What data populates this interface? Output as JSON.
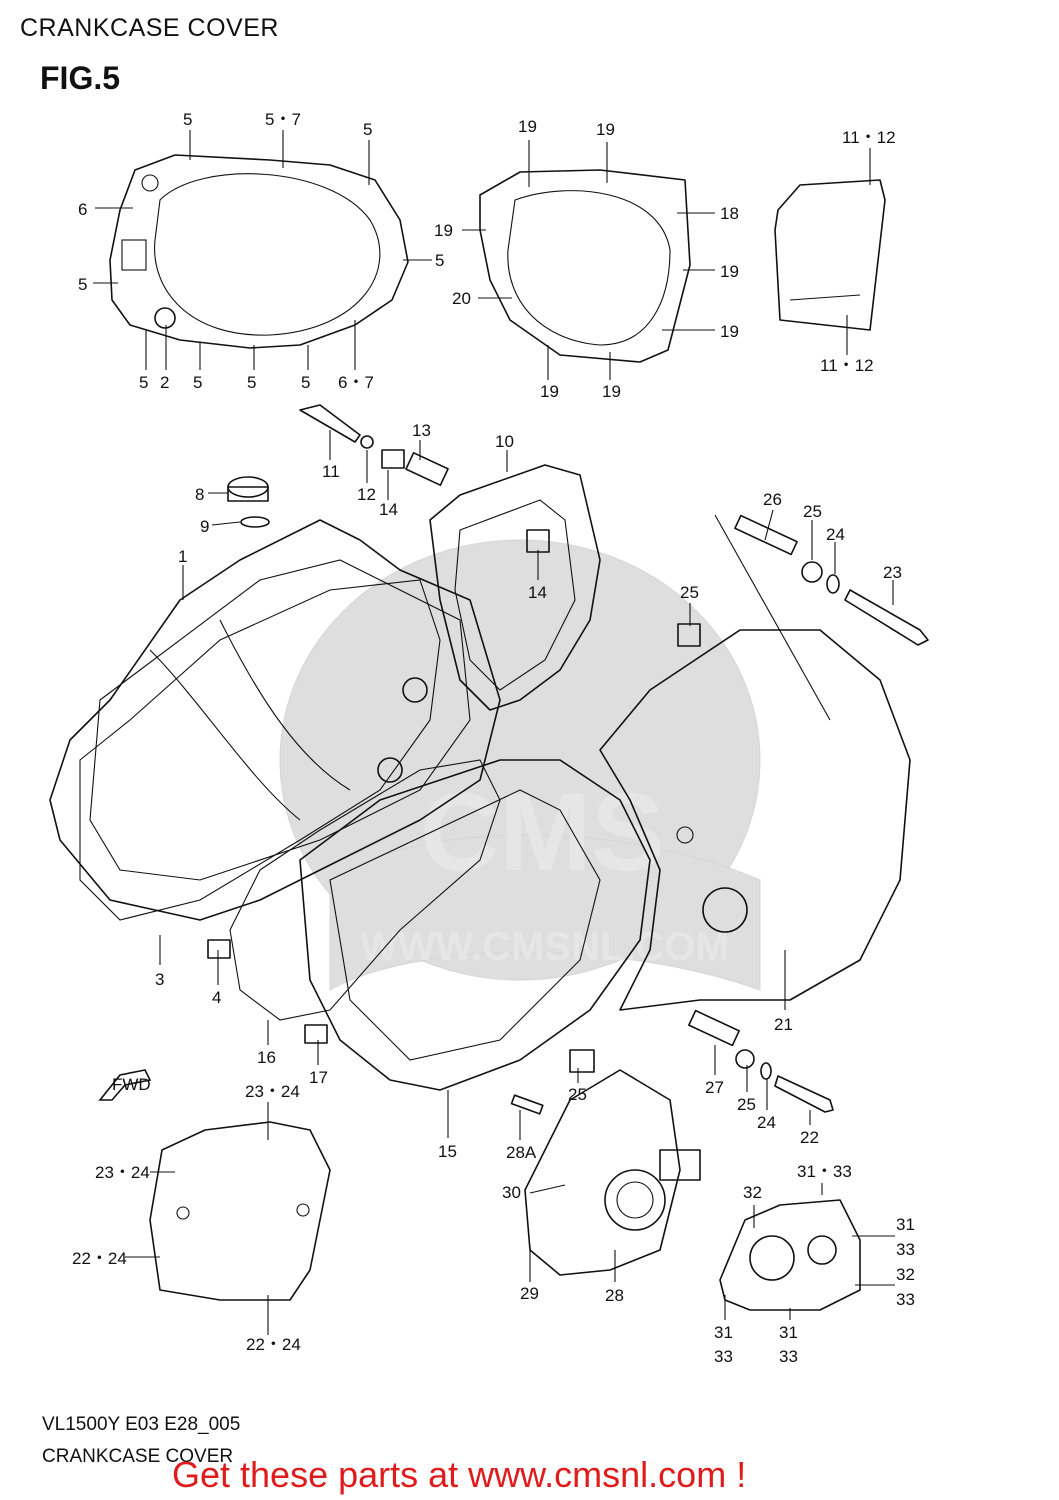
{
  "header": {
    "title": "CRANKCASE COVER",
    "figure": "FIG.5"
  },
  "watermark": {
    "text": "WWW.CMSNL.COM",
    "logo": "CMS"
  },
  "callouts": {
    "c1": "5",
    "c2": "5・7",
    "c3": "5",
    "c4": "6",
    "c5": "5",
    "c6": "5",
    "c7": "5",
    "c8": "2",
    "c9": "5",
    "c10": "5",
    "c11": "5",
    "c12": "6・7",
    "c13": "19",
    "c14": "19",
    "c15": "19",
    "c16": "18",
    "c17": "19",
    "c18": "20",
    "c19": "19",
    "c20": "19",
    "c21": "19",
    "c22": "11・12",
    "c23": "11・12",
    "c24": "11",
    "c25": "12",
    "c26": "14",
    "c27": "13",
    "c28": "10",
    "c29": "8",
    "c30": "9",
    "c31": "1",
    "c32": "14",
    "c33": "26",
    "c34": "25",
    "c35": "24",
    "c36": "23",
    "c37": "25",
    "c38": "3",
    "c39": "4",
    "c40": "21",
    "c41": "16",
    "c42": "17",
    "c43": "25",
    "c44": "27",
    "c45": "25",
    "c46": "24",
    "c47": "22",
    "c48": "15",
    "c49": "28A",
    "c50": "23・24",
    "c51": "23・24",
    "c52": "22・24",
    "c53": "22・24",
    "c54": "30",
    "c55": "29",
    "c56": "28",
    "c57": "32",
    "c58": "31・33",
    "c59": "31",
    "c60": "33",
    "c61": "32",
    "c62": "33",
    "c63": "31",
    "c64": "33",
    "c65": "31",
    "c66": "33"
  },
  "fwd_label": "FWD",
  "footer": {
    "code": "VL1500Y E03 E28_005",
    "subtitle": "CRANKCASE COVER",
    "promo": "Get these parts at www.cmsnl.com !",
    "promo_color": "#e01b1b"
  }
}
